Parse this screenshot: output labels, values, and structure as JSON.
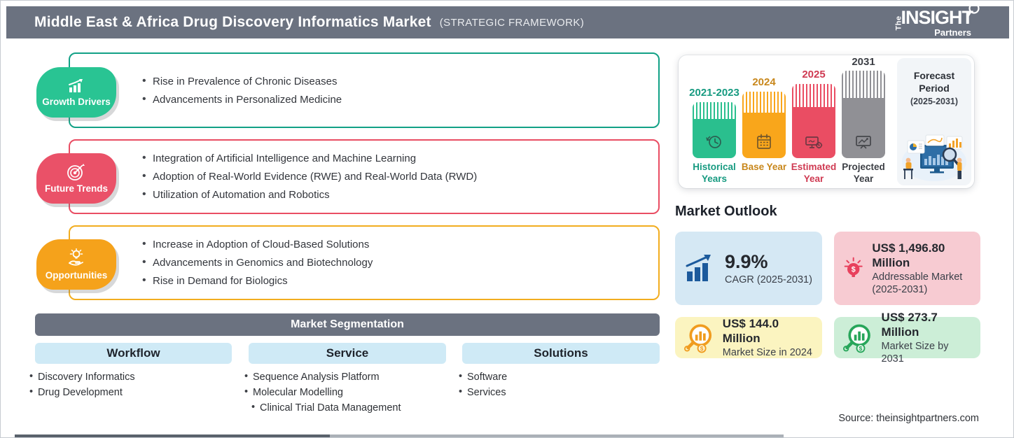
{
  "header": {
    "title": "Middle East & Africa Drug Discovery Informatics Market",
    "framework": "(STRATEGIC FRAMEWORK)",
    "logo": {
      "the": "The",
      "insight": "INSIGHT",
      "partners": "Partners"
    }
  },
  "drivers": {
    "label": "Growth Drivers",
    "color": "#29c493",
    "items": [
      "Rise in Prevalence of Chronic Diseases",
      "Advancements in Personalized Medicine"
    ]
  },
  "trends": {
    "label": "Future Trends",
    "color": "#ea5168",
    "items": [
      "Integration of Artificial Intelligence and Machine Learning",
      "Adoption of Real-World Evidence (RWE) and Real-World Data (RWD)",
      "Utilization of Automation and Robotics"
    ]
  },
  "opportunities": {
    "label": "Opportunities",
    "color": "#f5a21b",
    "items": [
      "Increase in Adoption of Cloud-Based Solutions",
      "Advancements in Genomics and Biotechnology",
      "Rise in Demand for Biologics"
    ]
  },
  "segmentation": {
    "title": "Market Segmentation",
    "columns": [
      {
        "header": "Workflow",
        "items": [
          "Discovery Informatics",
          "Drug Development"
        ]
      },
      {
        "header": "Service",
        "items": [
          "Sequence Analysis Platform",
          "Molecular Modelling",
          "Clinical Trial Data Management"
        ]
      },
      {
        "header": "Solutions",
        "items": [
          "Software",
          "Services"
        ]
      }
    ]
  },
  "timeline": {
    "bars": [
      {
        "year": "2021-2023",
        "label": "Historical Years",
        "color": "#2abf8e",
        "icon": "history-clock-icon"
      },
      {
        "year": "2024",
        "label": "Base Year",
        "color": "#f9a61b",
        "icon": "calendar-icon"
      },
      {
        "year": "2025",
        "label": "Estimated Year",
        "color": "#ea4d63",
        "icon": "computer-gear-icon"
      },
      {
        "year": "2031",
        "label": "Projected Year",
        "color": "#909095",
        "icon": "projection-image-icon"
      }
    ],
    "forecast": {
      "title": "Forecast Period",
      "range": "(2025-2031)"
    }
  },
  "outlook": {
    "title": "Market Outlook",
    "cards": [
      {
        "value": "9.9%",
        "label": "CAGR (2025-2031)",
        "bg": "#d5e8f4",
        "icon": "bar-chart-arrow-icon"
      },
      {
        "value": "US$ 1,496.80 Million",
        "label": "Addressable Market (2025-2031)",
        "bg": "#f7cbd2",
        "icon": "bulb-dollar-icon"
      },
      {
        "value": "US$ 144.0 Million",
        "label": "Market Size in 2024",
        "bg": "#fbf4c0",
        "icon": "magnifier-bars-icon"
      },
      {
        "value": "US$ 273.7 Million",
        "label": "Market Size by 2031",
        "bg": "#cceed7",
        "icon": "magnifier-bars-icon"
      }
    ]
  },
  "source": "Source: theinsightpartners.com"
}
